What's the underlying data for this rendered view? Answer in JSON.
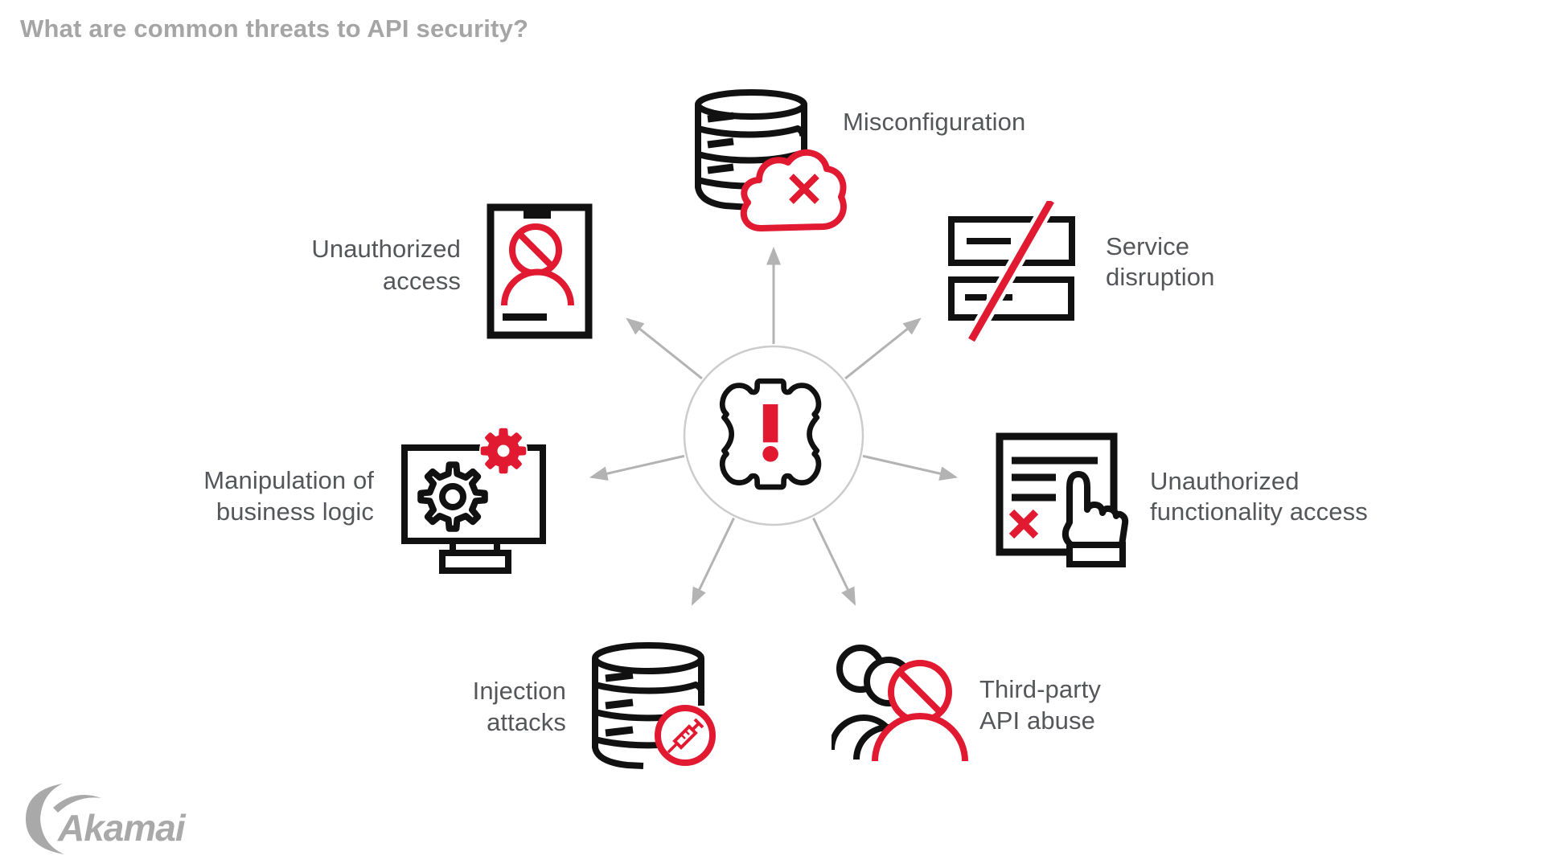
{
  "title": "What are common threats to API security?",
  "colors": {
    "accent_red": "#e11931",
    "icon_black": "#111111",
    "label_gray": "#54565a",
    "title_gray": "#a5a5a5",
    "arrow_gray": "#b3b3b3",
    "hub_circle_gray": "#cccccc",
    "logo_gray": "#a9a9a9"
  },
  "center": {
    "icon": "alert-gear-badge"
  },
  "threats": [
    {
      "id": "misconfiguration",
      "icon": "database-cloud-error",
      "label_lines": [
        "Misconfiguration"
      ]
    },
    {
      "id": "service-disruption",
      "icon": "server-slash",
      "label_lines": [
        "Service",
        "disruption"
      ]
    },
    {
      "id": "unauthorized-functionality-access",
      "icon": "document-hand-block",
      "label_lines": [
        "Unauthorized",
        "functionality access"
      ]
    },
    {
      "id": "third-party-api-abuse",
      "icon": "users-blocked",
      "label_lines": [
        "Third-party",
        "API abuse"
      ]
    },
    {
      "id": "injection-attacks",
      "icon": "database-syringe",
      "label_lines": [
        "Injection",
        "attacks"
      ]
    },
    {
      "id": "manipulation-of-business-logic",
      "icon": "monitor-gears",
      "label_lines": [
        "Manipulation of",
        "business logic"
      ]
    },
    {
      "id": "unauthorized-access",
      "icon": "mobile-user-blocked",
      "label_lines": [
        "Unauthorized",
        "access"
      ]
    }
  ],
  "logo": {
    "text": "Akamai"
  }
}
